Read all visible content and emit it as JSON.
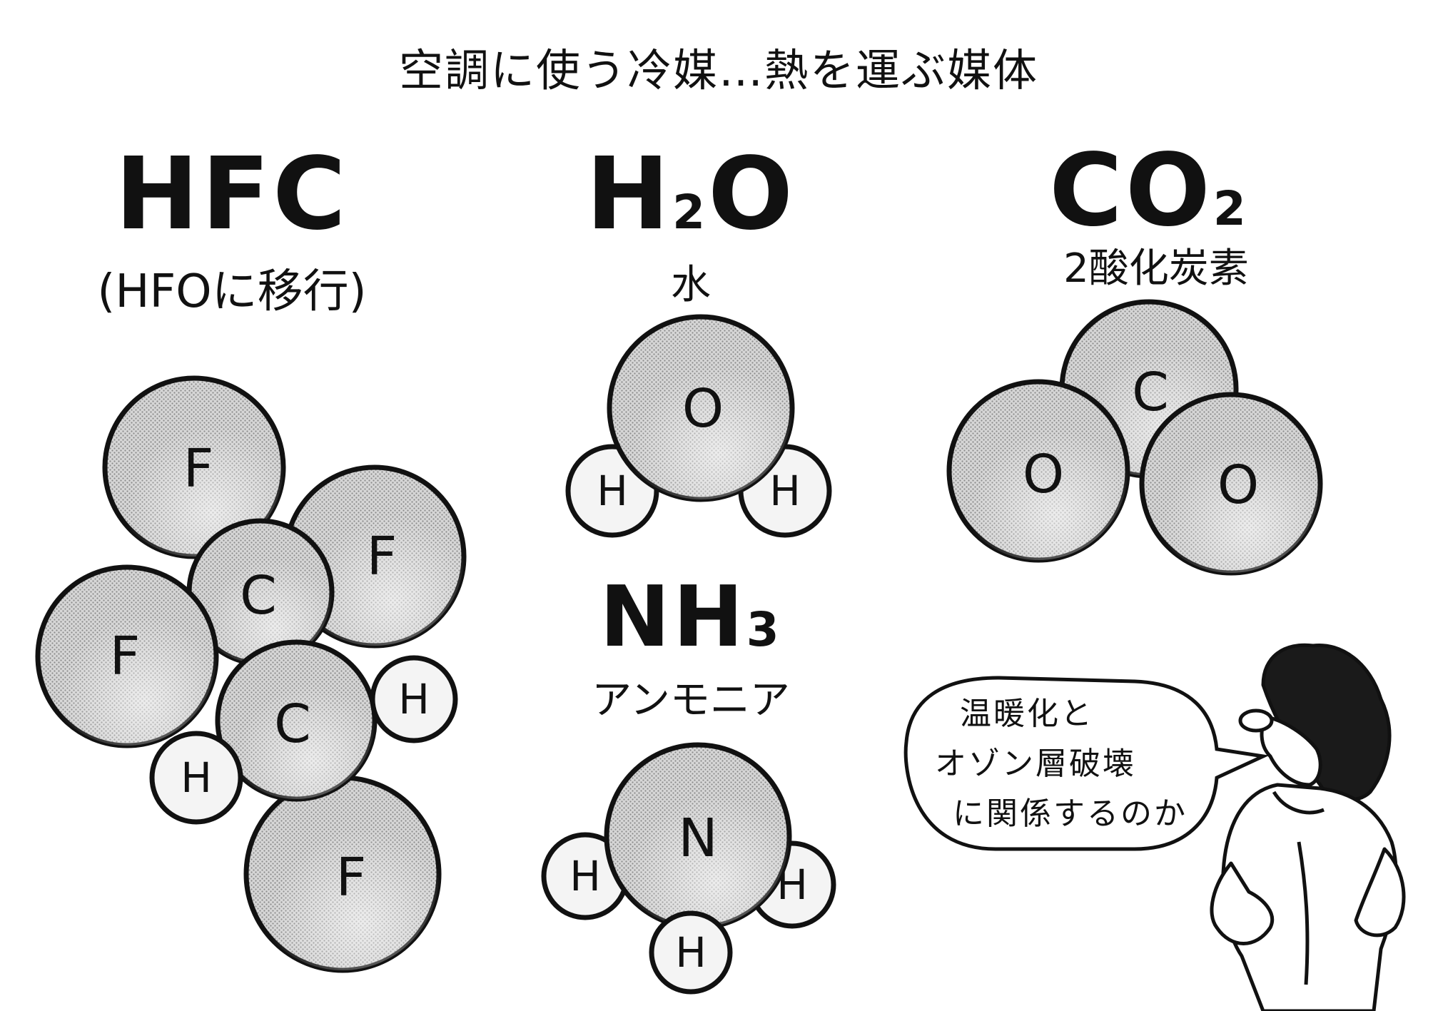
{
  "title": "空調に使う冷媒…熱を運ぶ媒体",
  "hfc": {
    "formula": "HFC",
    "note": "(HFOに移行)",
    "atoms": [
      {
        "label": "F",
        "size": "large"
      },
      {
        "label": "F",
        "size": "large"
      },
      {
        "label": "C",
        "size": "medium"
      },
      {
        "label": "F",
        "size": "large"
      },
      {
        "label": "C",
        "size": "medium"
      },
      {
        "label": "H",
        "size": "small"
      },
      {
        "label": "H",
        "size": "small"
      },
      {
        "label": "F",
        "size": "large"
      }
    ]
  },
  "h2o": {
    "formula_main": "H",
    "formula_sub": "2",
    "formula_end": "O",
    "name": "水",
    "atoms": [
      {
        "label": "O",
        "size": "large"
      },
      {
        "label": "H",
        "size": "small"
      },
      {
        "label": "H",
        "size": "small"
      }
    ]
  },
  "co2": {
    "formula_main": "CO",
    "formula_sub": "2",
    "name": "2酸化炭素",
    "atoms": [
      {
        "label": "C",
        "size": "large"
      },
      {
        "label": "O",
        "size": "large"
      },
      {
        "label": "O",
        "size": "large"
      }
    ]
  },
  "nh3": {
    "formula_main": "NH",
    "formula_sub": "3",
    "name": "アンモニア",
    "atoms": [
      {
        "label": "N",
        "size": "large"
      },
      {
        "label": "H",
        "size": "small"
      },
      {
        "label": "H",
        "size": "small"
      },
      {
        "label": "H",
        "size": "small"
      }
    ]
  },
  "speech_bubble": {
    "lines": [
      "温暖化と",
      "オゾン層破壊",
      "に関係するのか"
    ]
  },
  "colors": {
    "ink": "#111111",
    "atom_fill": "#c9c9c9",
    "atom_fill_light": "#e2e2e2",
    "paper": "#ffffff"
  }
}
